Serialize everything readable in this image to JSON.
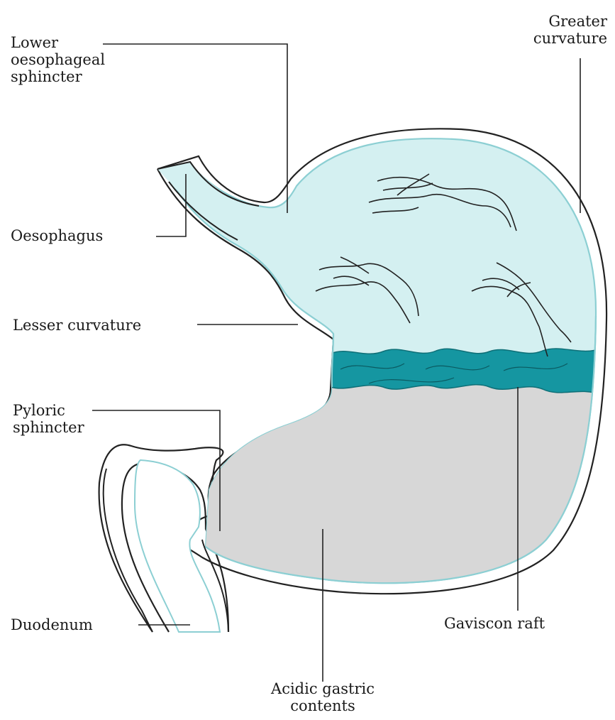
{
  "labels": {
    "lower_oesophageal_sphincter": [
      "Lower",
      "oesophageal",
      "sphincter"
    ],
    "greater_curvature": [
      "Greater",
      "curvature"
    ],
    "oesophagus": "Oesophagus",
    "lesser_curvature": "Lesser curvature",
    "pyloric_sphincter": [
      "Pyloric",
      "sphincter"
    ],
    "duodenum": "Duodenum",
    "gaviscon_raft": "Gaviscon raft",
    "acidic_gastric_contents": [
      "Acidic gastric",
      "contents"
    ]
  },
  "colors": {
    "gastric_fluid": "#d4f0f1",
    "raft": "#1596a1",
    "acid": "#d7d7d7",
    "wall_line": "#8ccfd3",
    "outline": "#222222"
  }
}
